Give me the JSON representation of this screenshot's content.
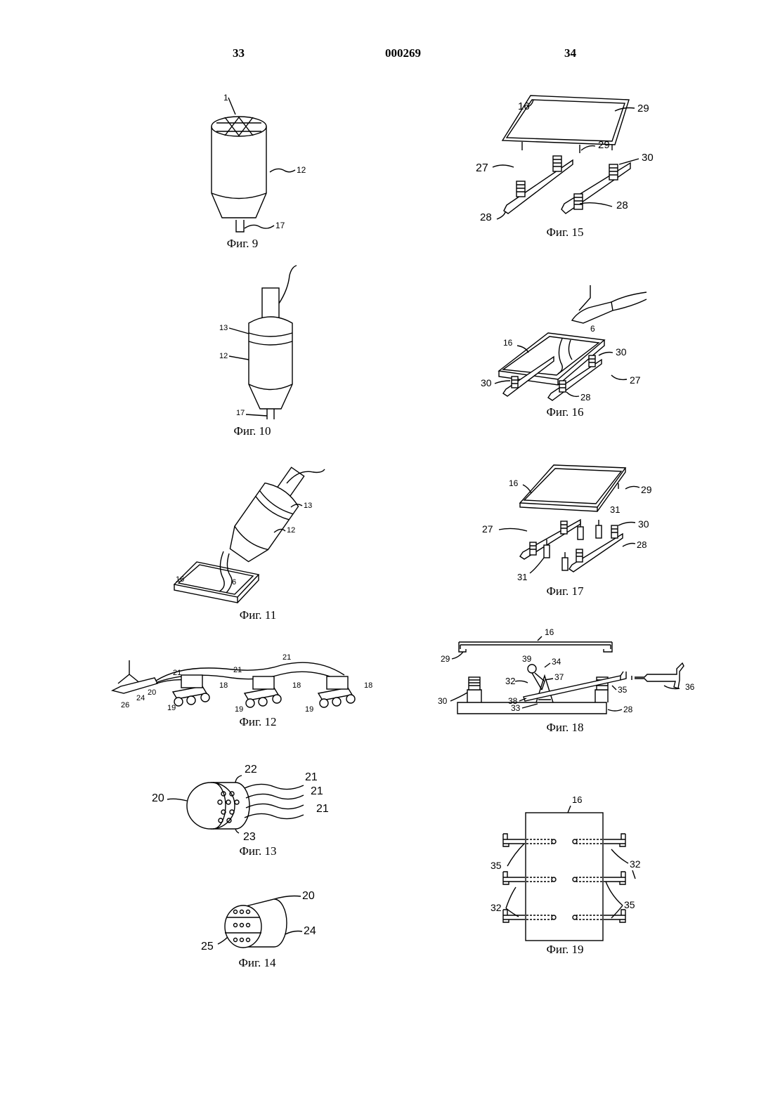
{
  "header": {
    "left_page": "33",
    "center_number": "000269",
    "right_page": "34"
  },
  "figures": {
    "fig9": {
      "caption": "Фиг. 9",
      "labels": {
        "a": "1",
        "b": "12",
        "c": "17"
      }
    },
    "fig10": {
      "caption": "Фиг. 10",
      "labels": {
        "a": "13",
        "b": "12",
        "c": "17"
      }
    },
    "fig11": {
      "caption": "Фиг. 11",
      "labels": {
        "a": "13",
        "b": "12",
        "c": "16",
        "d": "6"
      }
    },
    "fig12": {
      "caption": "Фиг. 12",
      "labels": {
        "a": "21",
        "b": "21",
        "c": "21",
        "d": "18",
        "e": "18",
        "f": "18",
        "g": "26",
        "h": "24",
        "i": "20",
        "j": "19",
        "k": "19",
        "l": "19"
      }
    },
    "fig13": {
      "caption": "Фиг. 13",
      "labels": {
        "a": "22",
        "b": "20",
        "c": "23",
        "d": "21",
        "e": "21",
        "f": "21"
      }
    },
    "fig14": {
      "caption": "Фиг. 14",
      "labels": {
        "a": "20",
        "b": "24",
        "c": "25"
      }
    },
    "fig15": {
      "caption": "Фиг. 15",
      "labels": {
        "a": "16",
        "b": "29",
        "c": "29",
        "d": "27",
        "e": "30",
        "f": "28",
        "g": "28"
      }
    },
    "fig16": {
      "caption": "Фиг. 16",
      "labels": {
        "a": "6",
        "b": "16",
        "c": "30",
        "d": "30",
        "e": "27",
        "f": "28"
      }
    },
    "fig17": {
      "caption": "Фиг. 17",
      "labels": {
        "a": "16",
        "b": "29",
        "c": "27",
        "d": "31",
        "e": "30",
        "f": "28",
        "g": "31"
      }
    },
    "fig18": {
      "caption": "Фиг. 18",
      "labels": {
        "a": "16",
        "b": "29",
        "c": "39",
        "d": "34",
        "e": "37",
        "f": "32",
        "g": "36",
        "h": "38",
        "i": "35",
        "j": "30",
        "k": "33",
        "l": "28"
      }
    },
    "fig19": {
      "caption": "Фиг. 19",
      "labels": {
        "a": "16",
        "b": "32",
        "c": "35",
        "d": "32",
        "e": "35"
      }
    }
  }
}
